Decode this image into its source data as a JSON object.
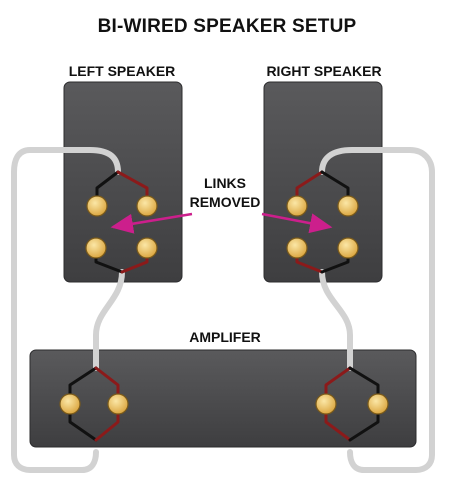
{
  "title": "BI-WIRED SPEAKER SETUP",
  "left_speaker": {
    "label": "LEFT SPEAKER"
  },
  "right_speaker": {
    "label": "RIGHT SPEAKER"
  },
  "annotation": {
    "line1": "LINKS",
    "line2": "REMOVED"
  },
  "amplifier": {
    "label": "AMPLIFER"
  },
  "colors": {
    "panel": "#4a4a4c",
    "cable": "#d2d2d2",
    "positive_wire": "#8b1a1a",
    "negative_wire": "#111111",
    "terminal": "#e8b84a",
    "arrow": "#cc1f8c"
  }
}
